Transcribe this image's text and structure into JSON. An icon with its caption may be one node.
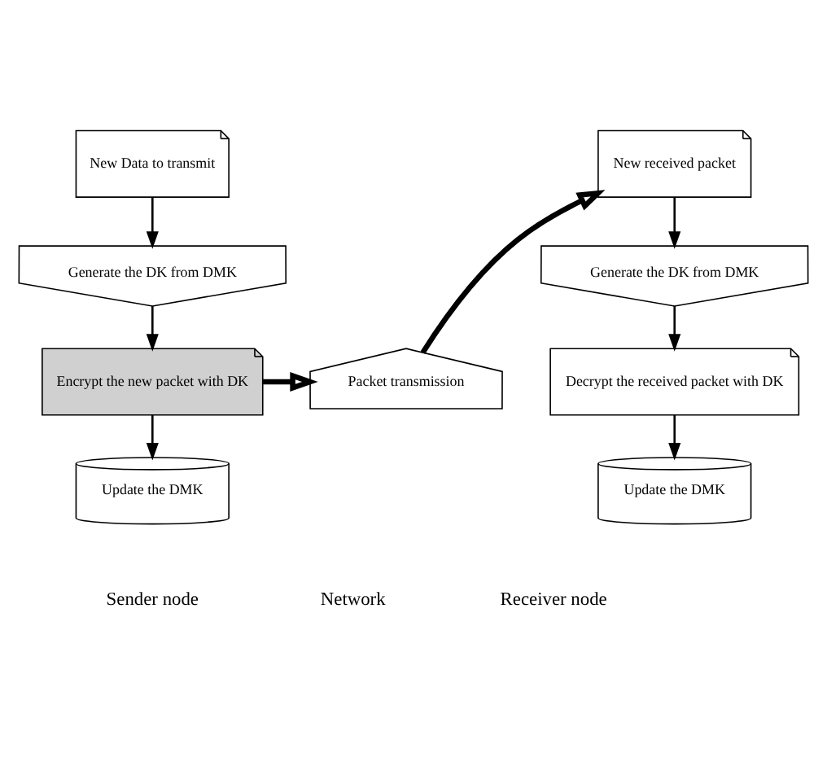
{
  "diagram": {
    "nodes": [
      {
        "text": [
          "New Data to transmit"
        ]
      },
      {
        "text": [
          "Generate the DK from DMK"
        ]
      },
      {
        "text": [
          "Encrypt the new packet with DK"
        ]
      },
      {
        "text": [
          "Update the DMK"
        ]
      },
      {
        "text": [
          "Packet transmission"
        ]
      },
      {
        "text": [
          "New received packet"
        ]
      },
      {
        "text": [
          "Generate the DK from DMK"
        ]
      },
      {
        "text": [
          "Decrypt the received packet with DK"
        ]
      },
      {
        "text": [
          "Update the DMK"
        ]
      }
    ],
    "edges": [
      {
        "from": 0,
        "to": 1,
        "arrow": "to"
      },
      {
        "from": 1,
        "to": 2,
        "arrow": "to"
      },
      {
        "from": 2,
        "to": 3,
        "arrow": "to"
      },
      {
        "from": 2,
        "to": 4,
        "arrow": "to",
        "style": "thick"
      },
      {
        "from": 4,
        "to": 5,
        "arrow": "to",
        "style": "thick"
      },
      {
        "from": 5,
        "to": 6,
        "arrow": "to"
      },
      {
        "from": 6,
        "to": 7,
        "arrow": "to"
      },
      {
        "from": 7,
        "to": 8,
        "arrow": "to"
      }
    ],
    "labels": [
      "Sender node",
      "Network",
      "Receiver node"
    ]
  }
}
